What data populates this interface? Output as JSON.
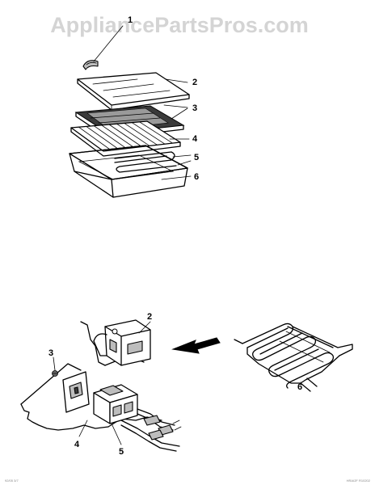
{
  "watermark": "AppliancePartsPros.com",
  "top_assembly": {
    "callouts": [
      {
        "id": "1",
        "label": "1"
      },
      {
        "id": "2",
        "label": "2"
      },
      {
        "id": "3",
        "label": "3"
      },
      {
        "id": "4",
        "label": "4"
      },
      {
        "id": "5",
        "label": "5"
      },
      {
        "id": "6",
        "label": "6"
      }
    ]
  },
  "bottom_assembly": {
    "callouts": [
      {
        "id": "2",
        "label": "2"
      },
      {
        "id": "3",
        "label": "3"
      },
      {
        "id": "4",
        "label": "4"
      },
      {
        "id": "5",
        "label": "5"
      },
      {
        "id": "6",
        "label": "6"
      }
    ]
  },
  "footer_left": "92/05 3/7",
  "footer_right": "HRAI2F R10202"
}
